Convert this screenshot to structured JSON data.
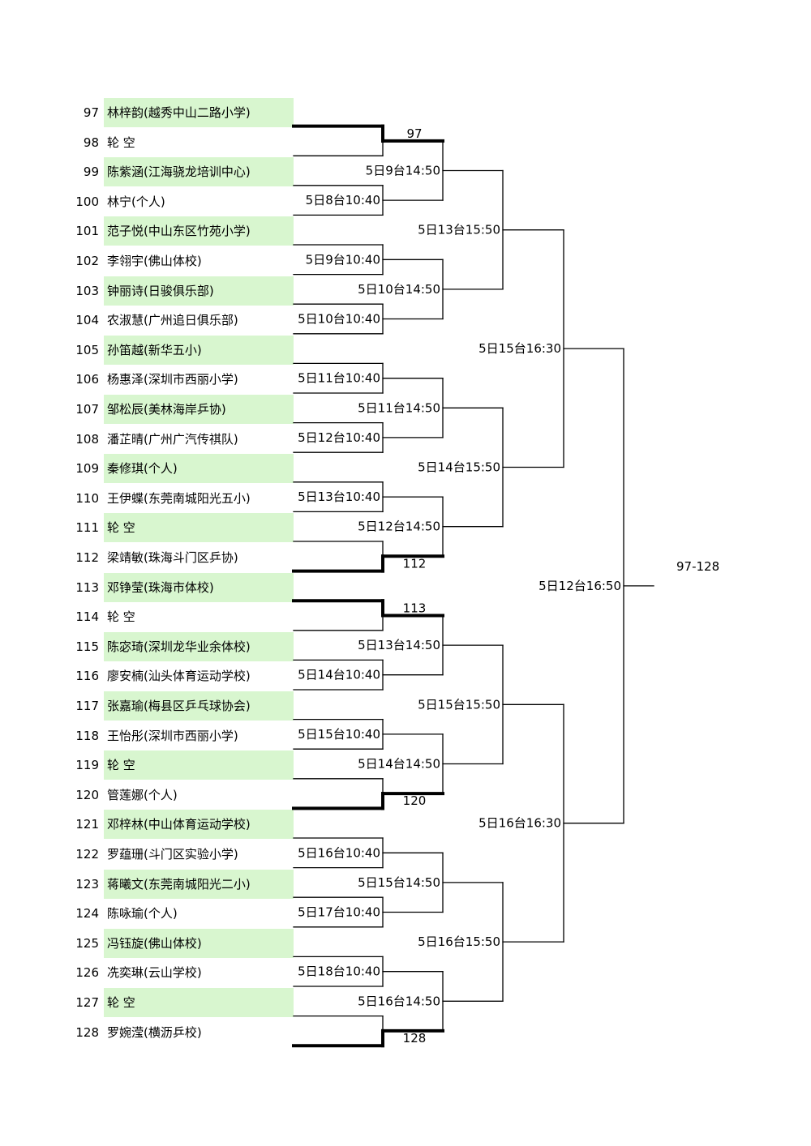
{
  "entries": [
    {
      "num": "97",
      "name": "林梓韵(越秀中山二路小学)"
    },
    {
      "num": "98",
      "name": "轮  空"
    },
    {
      "num": "99",
      "name": "陈紫涵(江海骁龙培训中心)"
    },
    {
      "num": "100",
      "name": "林宁(个人)"
    },
    {
      "num": "101",
      "name": "范子悦(中山东区竹苑小学)"
    },
    {
      "num": "102",
      "name": "李翎宇(佛山体校)"
    },
    {
      "num": "103",
      "name": "钟丽诗(日骏俱乐部)"
    },
    {
      "num": "104",
      "name": "农淑慧(广州追日俱乐部)"
    },
    {
      "num": "105",
      "name": "孙笛越(新华五小)"
    },
    {
      "num": "106",
      "name": "杨惠泽(深圳市西丽小学)"
    },
    {
      "num": "107",
      "name": "邹松辰(美林海岸乒协)"
    },
    {
      "num": "108",
      "name": "潘芷晴(广州广汽传祺队)"
    },
    {
      "num": "109",
      "name": "秦修琪(个人)"
    },
    {
      "num": "110",
      "name": "王伊蝶(东莞南城阳光五小)"
    },
    {
      "num": "111",
      "name": "轮  空"
    },
    {
      "num": "112",
      "name": "梁靖敏(珠海斗门区乒协)"
    },
    {
      "num": "113",
      "name": "邓铮莹(珠海市体校)"
    },
    {
      "num": "114",
      "name": "轮  空"
    },
    {
      "num": "115",
      "name": "陈宓琦(深圳龙华业余体校)"
    },
    {
      "num": "116",
      "name": "廖安楠(汕头体育运动学校)"
    },
    {
      "num": "117",
      "name": "张嘉瑜(梅县区乒乓球协会)"
    },
    {
      "num": "118",
      "name": "王怡彤(深圳市西丽小学)"
    },
    {
      "num": "119",
      "name": "轮  空"
    },
    {
      "num": "120",
      "name": "管莲娜(个人)"
    },
    {
      "num": "121",
      "name": "邓梓林(中山体育运动学校)"
    },
    {
      "num": "122",
      "name": "罗蕴珊(斗门区实验小学)"
    },
    {
      "num": "123",
      "name": "蒋曦文(东莞南城阳光二小)"
    },
    {
      "num": "124",
      "name": "陈咏瑜(个人)"
    },
    {
      "num": "125",
      "name": "冯钰旋(佛山体校)"
    },
    {
      "num": "126",
      "name": "冼奕琳(云山学校)"
    },
    {
      "num": "127",
      "name": "轮  空"
    },
    {
      "num": "128",
      "name": "罗婉滢(横沥乒校)"
    }
  ],
  "round1": [
    {
      "label": "97",
      "bye": true,
      "winner": "top"
    },
    {
      "label": "5日8台10:40"
    },
    {
      "label": "5日9台10:40"
    },
    {
      "label": "5日10台10:40"
    },
    {
      "label": "5日11台10:40"
    },
    {
      "label": "5日12台10:40"
    },
    {
      "label": "5日13台10:40"
    },
    {
      "label": "112",
      "bye": true,
      "winner": "bottom"
    },
    {
      "label": "113",
      "bye": true,
      "winner": "top"
    },
    {
      "label": "5日14台10:40"
    },
    {
      "label": "5日15台10:40"
    },
    {
      "label": "120",
      "bye": true,
      "winner": "bottom"
    },
    {
      "label": "5日16台10:40"
    },
    {
      "label": "5日17台10:40"
    },
    {
      "label": "5日18台10:40"
    },
    {
      "label": "128",
      "bye": true,
      "winner": "bottom"
    }
  ],
  "round2": [
    "5日9台14:50",
    "5日10台14:50",
    "5日11台14:50",
    "5日12台14:50",
    "5日13台14:50",
    "5日14台14:50",
    "5日15台14:50",
    "5日16台14:50"
  ],
  "round3": [
    "5日13台15:50",
    "5日14台15:50",
    "5日15台15:50",
    "5日16台15:50"
  ],
  "round4": [
    "5日15台16:30",
    "5日16台16:30"
  ],
  "final": "5日12台16:50",
  "section_label": "97-128"
}
